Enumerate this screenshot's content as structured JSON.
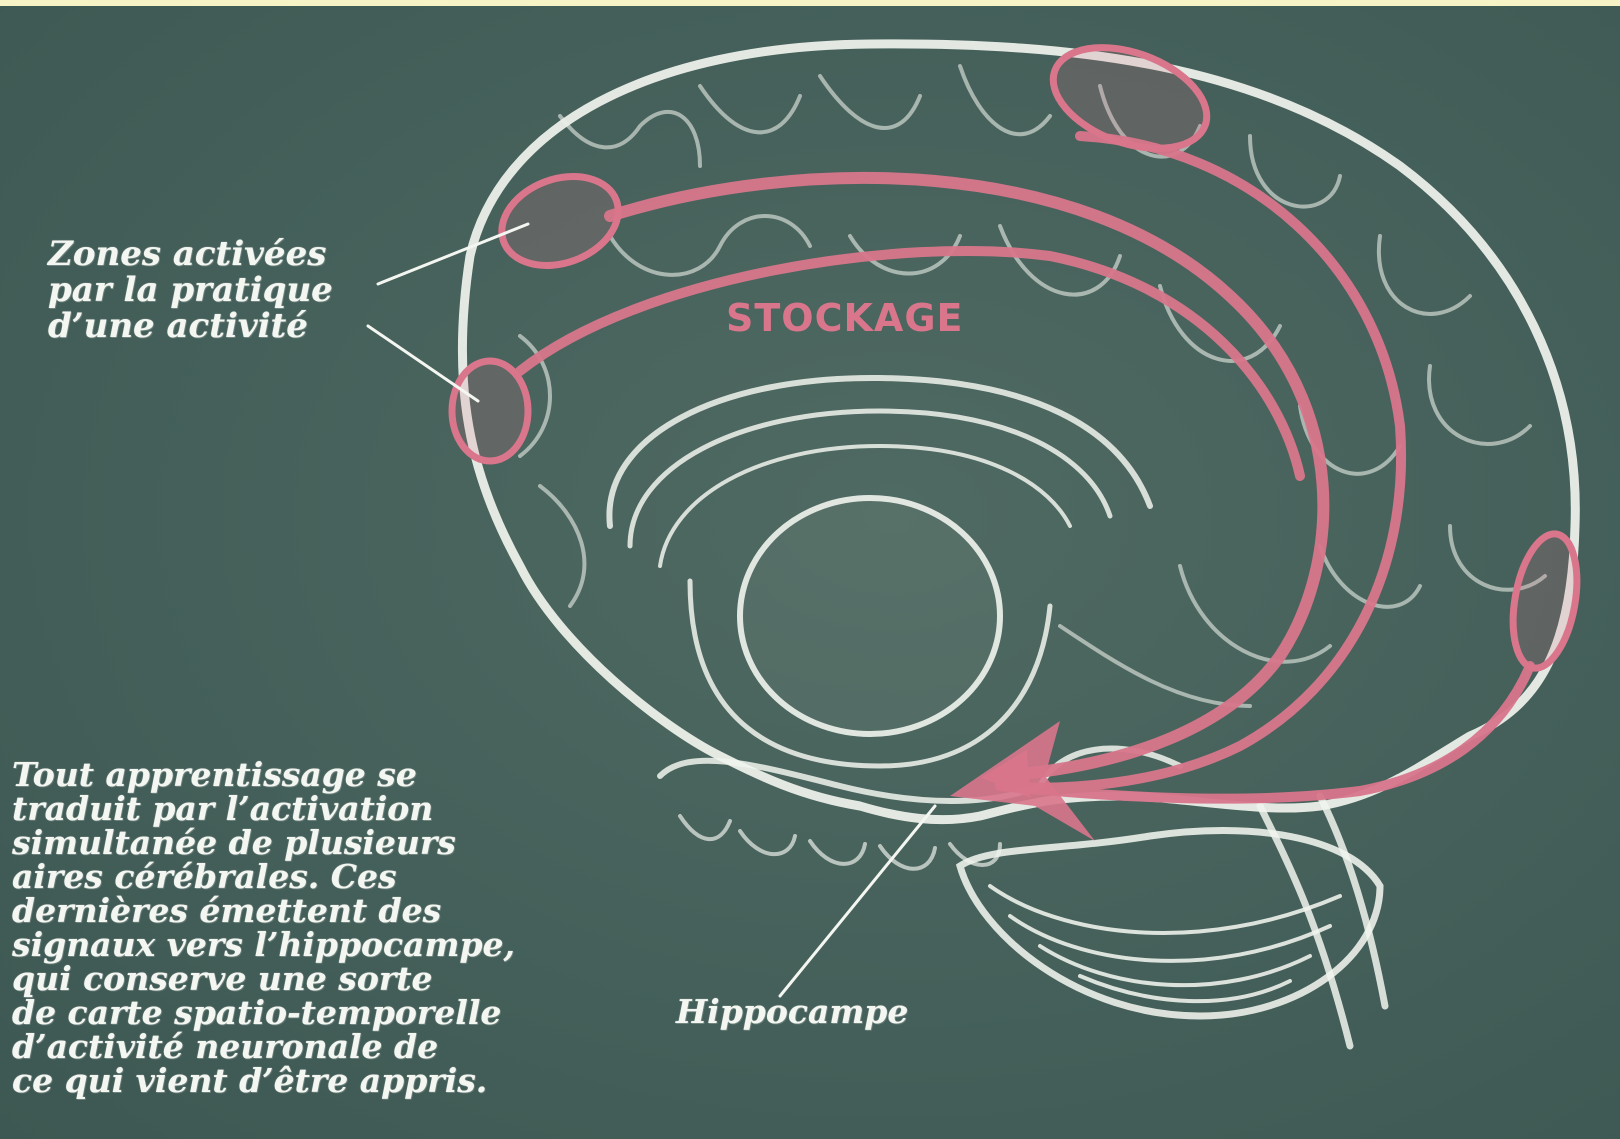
{
  "labels": {
    "zones": "Zones activées\npar la pratique\nd’une activité",
    "stockage": "STOCKAGE",
    "hippocampe": "Hippocampe"
  },
  "explanation": "Tout apprentissage se\ntraduit par l’activation\nsimultanée de plusieurs\naires cérébrales. Ces\ndernières émettent des\nsignaux vers l’hippocampe,\nqui conserve une sorte\nde carte spatio-temporelle\nd’activité neuronale de\nce qui vient d’être appris.",
  "colors": {
    "chalkboard": "#45605a",
    "chalk_white": "#f4f6f1",
    "chalk_pink": "#d9768c",
    "border": "#f6f3c6"
  }
}
